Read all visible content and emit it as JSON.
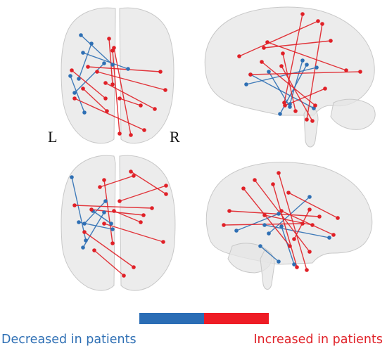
{
  "hemisphere_labels": {
    "left": "L",
    "right": "R"
  },
  "legend": {
    "decreased": "Decreased in patients",
    "increased": "Increased in patients"
  },
  "colors": {
    "decreased": "#2e6fb4",
    "increased": "#e02027",
    "brain_fill": "#e6e6e6",
    "brain_stroke": "#c8c8c8",
    "colorbar_decreased": "#2a6db5",
    "colorbar_increased": "#ee1c25"
  },
  "views": [
    "axial-top-view",
    "sagittal-top-view",
    "axial-bottom-view",
    "sagittal-bottom-view"
  ]
}
